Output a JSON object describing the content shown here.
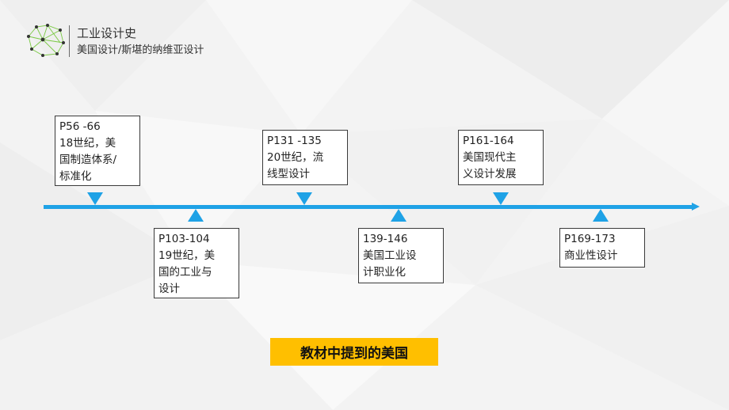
{
  "header": {
    "title": "工业设计史",
    "subtitle": "美国设计/斯堪的纳维亚设计"
  },
  "colors": {
    "timeline": "#1fa2e6",
    "highlight": "#ffbf00",
    "logo": "#7ac943"
  },
  "events_top": [
    {
      "lines": [
        "P56 -66",
        "18世纪，美",
        "国制造体系/",
        "标准化"
      ]
    },
    {
      "lines": [
        "P131 -135",
        "20世纪，流",
        "线型设计"
      ]
    },
    {
      "lines": [
        "P161-164",
        "美国现代主",
        "义设计发展"
      ]
    }
  ],
  "events_bottom": [
    {
      "lines": [
        "P103-104",
        "19世纪，美",
        "国的工业与",
        "设计"
      ]
    },
    {
      "lines": [
        "139-146",
        "美国工业设",
        "计职业化"
      ]
    },
    {
      "lines": [
        "P169-173",
        "商业性设计"
      ]
    }
  ],
  "highlight_label": "教材中提到的美国"
}
